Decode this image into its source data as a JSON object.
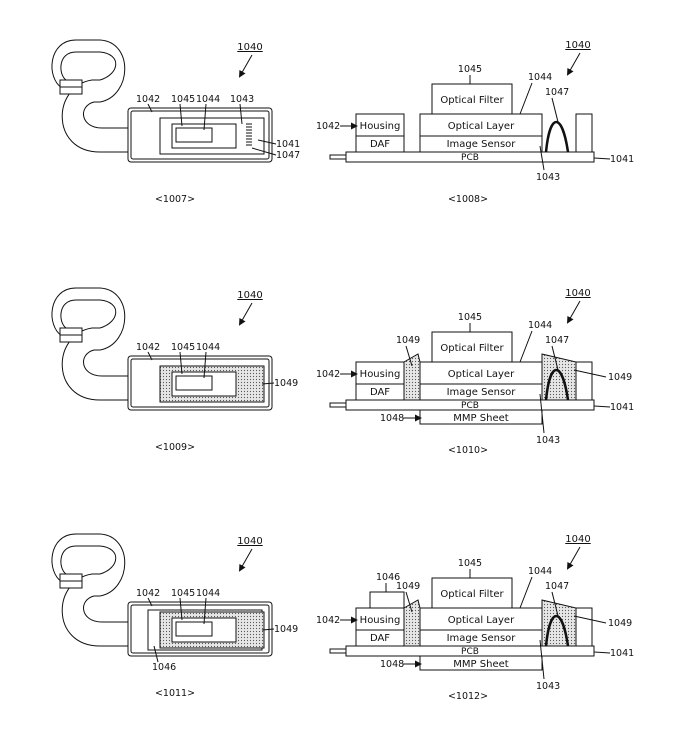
{
  "figures": [
    {
      "view": "top",
      "caption": "<1007>",
      "title_ref": "1040",
      "labels": {
        "housing": "1042",
        "filter": "1045",
        "layer": "1044",
        "sensor": "1043",
        "pcb": "1041",
        "wire": "1047"
      },
      "fill": false,
      "with_1046": false
    },
    {
      "view": "side",
      "caption": "<1008>",
      "title_ref": "1040",
      "boxes": {
        "optical_filter": "Optical Filter",
        "optical_layer": "Optical Layer",
        "housing": "Housing",
        "daf": "DAF",
        "image_sensor": "Image Sensor",
        "pcb": "PCB"
      },
      "labels": {
        "filter": "1045",
        "layer": "1044",
        "wire": "1047",
        "housing": "1042",
        "pcb": "1041",
        "sensor": "1043"
      },
      "fill": false,
      "mmp": false,
      "with_1046": false
    },
    {
      "view": "top",
      "caption": "<1009>",
      "title_ref": "1040",
      "labels": {
        "housing": "1042",
        "filter": "1045",
        "layer": "1044",
        "fill": "1049"
      },
      "fill": true,
      "with_1046": false
    },
    {
      "view": "side",
      "caption": "<1010>",
      "title_ref": "1040",
      "boxes": {
        "optical_filter": "Optical Filter",
        "optical_layer": "Optical Layer",
        "housing": "Housing",
        "daf": "DAF",
        "image_sensor": "Image Sensor",
        "pcb": "PCB",
        "mmp_sheet": "MMP Sheet"
      },
      "labels": {
        "filter": "1045",
        "layer": "1044",
        "wire": "1047",
        "fill_left": "1049",
        "fill_right": "1049",
        "housing": "1042",
        "pcb": "1041",
        "sensor": "1043",
        "mmp": "1048"
      },
      "fill": true,
      "mmp": true,
      "with_1046": false
    },
    {
      "view": "top",
      "caption": "<1011>",
      "title_ref": "1040",
      "labels": {
        "housing": "1042",
        "filter": "1045",
        "layer": "1044",
        "fill": "1049",
        "tape": "1046"
      },
      "fill": true,
      "with_1046": true
    },
    {
      "view": "side",
      "caption": "<1012>",
      "title_ref": "1040",
      "boxes": {
        "optical_filter": "Optical Filter",
        "optical_layer": "Optical Layer",
        "housing": "Housing",
        "daf": "DAF",
        "image_sensor": "Image Sensor",
        "pcb": "PCB",
        "mmp_sheet": "MMP Sheet"
      },
      "labels": {
        "filter": "1045",
        "layer": "1044",
        "wire": "1047",
        "fill_left": "1049",
        "fill_right": "1049",
        "housing": "1042",
        "pcb": "1041",
        "sensor": "1043",
        "mmp": "1048",
        "tape": "1046"
      },
      "fill": true,
      "mmp": true,
      "with_1046": true
    }
  ]
}
